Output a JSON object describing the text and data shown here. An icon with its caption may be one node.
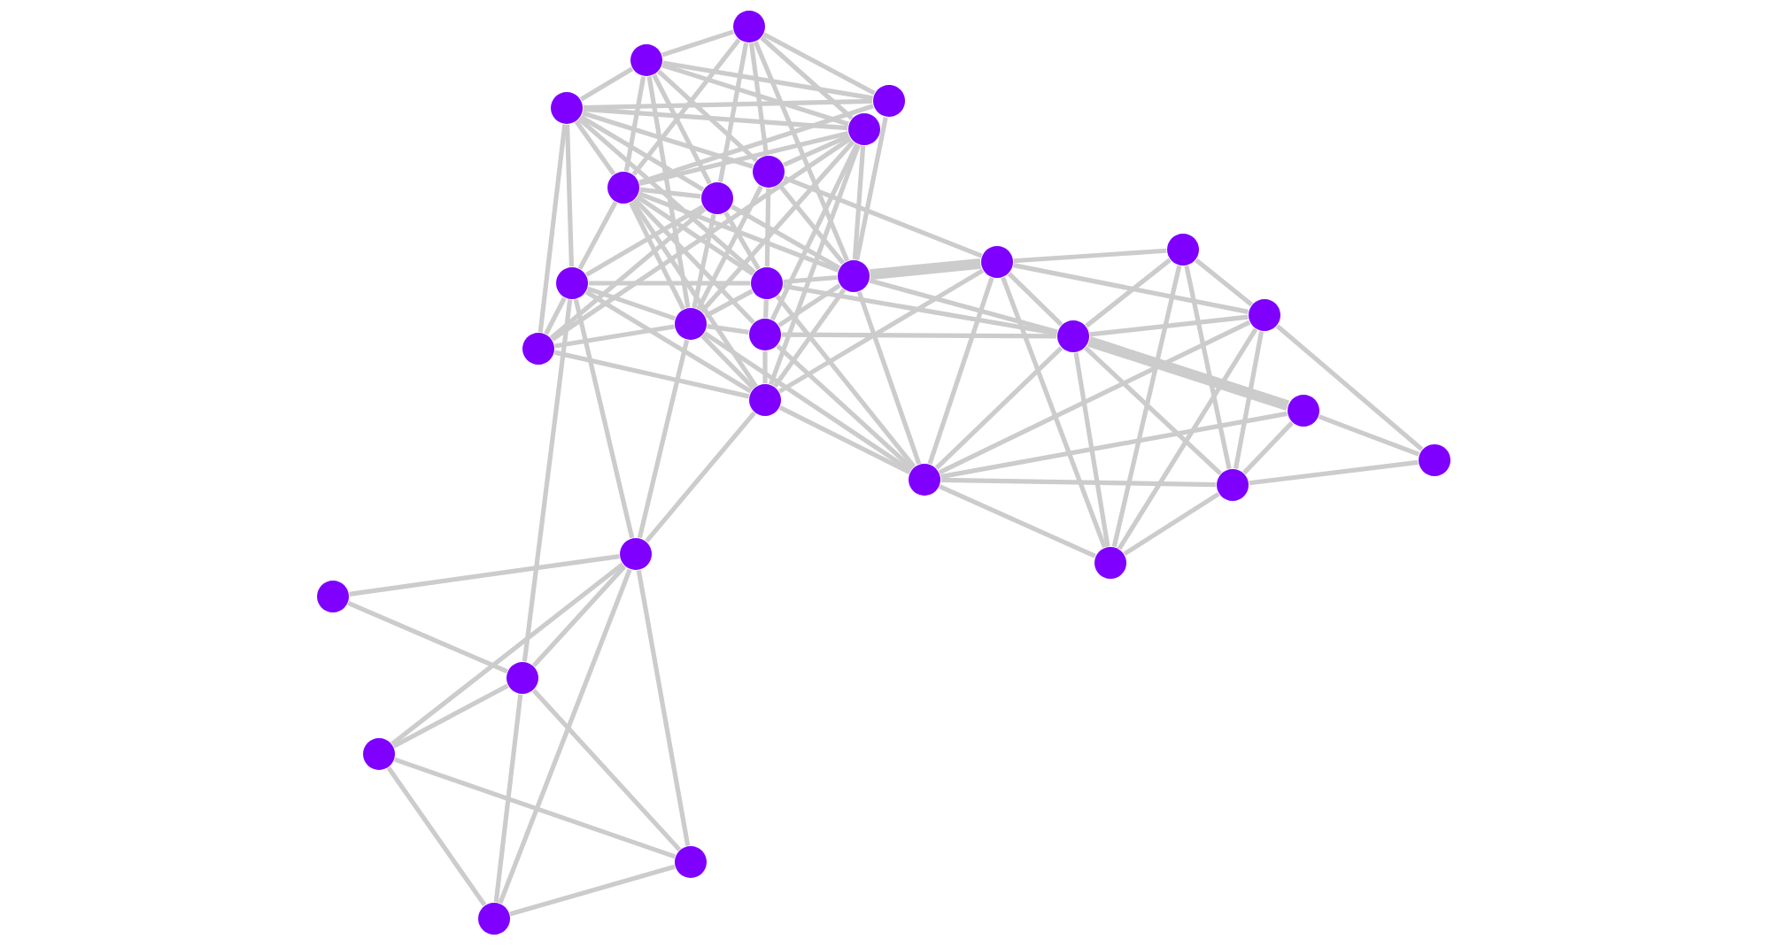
{
  "diagram": {
    "nodes": [
      {
        "text": [],
        "shape": "circle"
      },
      {
        "text": [],
        "shape": "circle"
      },
      {
        "text": [],
        "shape": "circle"
      },
      {
        "text": [],
        "shape": "circle"
      },
      {
        "text": [],
        "shape": "circle"
      },
      {
        "text": [],
        "shape": "circle"
      },
      {
        "text": [],
        "shape": "circle"
      },
      {
        "text": [],
        "shape": "circle"
      },
      {
        "text": [],
        "shape": "circle"
      },
      {
        "text": [],
        "shape": "circle"
      },
      {
        "text": [],
        "shape": "circle"
      },
      {
        "text": [],
        "shape": "circle"
      },
      {
        "text": [],
        "shape": "circle"
      },
      {
        "text": [],
        "shape": "circle"
      },
      {
        "text": [],
        "shape": "circle"
      },
      {
        "text": [],
        "shape": "circle"
      },
      {
        "text": [],
        "shape": "circle"
      },
      {
        "text": [],
        "shape": "circle"
      },
      {
        "text": [],
        "shape": "circle"
      },
      {
        "text": [],
        "shape": "circle"
      },
      {
        "text": [],
        "shape": "circle"
      },
      {
        "text": [],
        "shape": "circle"
      },
      {
        "text": [],
        "shape": "circle"
      },
      {
        "text": [],
        "shape": "circle"
      },
      {
        "text": [],
        "shape": "circle"
      },
      {
        "text": [],
        "shape": "circle"
      },
      {
        "text": [],
        "shape": "circle"
      },
      {
        "text": [],
        "shape": "circle"
      },
      {
        "text": [],
        "shape": "circle"
      },
      {
        "text": [],
        "shape": "circle"
      }
    ],
    "edges": [
      {
        "from": 24,
        "to": 25,
        "arrow": "none"
      },
      {
        "from": 25,
        "to": 26,
        "arrow": "none"
      },
      {
        "from": 24,
        "to": 26,
        "arrow": "none"
      },
      {
        "from": 24,
        "to": 27,
        "arrow": "none"
      },
      {
        "from": 26,
        "to": 27,
        "arrow": "none"
      },
      {
        "from": 27,
        "to": 28,
        "arrow": "none"
      },
      {
        "from": 27,
        "to": 29,
        "arrow": "none"
      },
      {
        "from": 26,
        "to": 29,
        "arrow": "none"
      },
      {
        "from": 26,
        "to": 28,
        "arrow": "none"
      },
      {
        "from": 24,
        "to": 29,
        "arrow": "none"
      },
      {
        "from": 24,
        "to": 28,
        "arrow": "none"
      },
      {
        "from": 28,
        "to": 29,
        "arrow": "none"
      },
      {
        "from": 10,
        "to": 26,
        "arrow": "none"
      },
      {
        "from": 10,
        "to": 24,
        "arrow": "none"
      },
      {
        "from": 14,
        "to": 24,
        "arrow": "none"
      },
      {
        "from": 18,
        "to": 24,
        "arrow": "none"
      },
      {
        "from": 17,
        "to": 18,
        "arrow": "none"
      },
      {
        "from": 8,
        "to": 9,
        "arrow": "none"
      },
      {
        "from": 16,
        "to": 9,
        "arrow": "none"
      },
      {
        "from": 8,
        "to": 13,
        "arrow": "none"
      },
      {
        "from": 16,
        "to": 13,
        "arrow": "none"
      },
      {
        "from": 9,
        "to": 13,
        "arrow": "none"
      },
      {
        "from": 9,
        "to": 22,
        "arrow": "none"
      },
      {
        "from": 9,
        "to": 23,
        "arrow": "none"
      },
      {
        "from": 16,
        "to": 23,
        "arrow": "none"
      },
      {
        "from": 16,
        "to": 22,
        "arrow": "none"
      },
      {
        "from": 16,
        "to": 19,
        "arrow": "none",
        "style": "thick"
      },
      {
        "from": 13,
        "to": 21,
        "arrow": "none"
      },
      {
        "from": 19,
        "to": 21,
        "arrow": "none"
      },
      {
        "from": 22,
        "to": 21,
        "arrow": "none"
      },
      {
        "from": 13,
        "to": 22,
        "arrow": "none"
      },
      {
        "from": 13,
        "to": 23,
        "arrow": "none"
      },
      {
        "from": 19,
        "to": 22,
        "arrow": "none"
      },
      {
        "from": 23,
        "to": 22,
        "arrow": "none"
      },
      {
        "from": 20,
        "to": 19,
        "arrow": "none"
      },
      {
        "from": 20,
        "to": 22,
        "arrow": "none"
      },
      {
        "from": 20,
        "to": 13,
        "arrow": "none"
      },
      {
        "from": 20,
        "to": 23,
        "arrow": "none"
      },
      {
        "from": 8,
        "to": 23,
        "arrow": "none"
      },
      {
        "from": 8,
        "to": 16,
        "arrow": "none"
      },
      {
        "from": 12,
        "to": 20,
        "arrow": "none"
      },
      {
        "from": 18,
        "to": 20,
        "arrow": "none"
      },
      {
        "from": 15,
        "to": 20,
        "arrow": "none"
      },
      {
        "from": 11,
        "to": 20,
        "arrow": "none"
      },
      {
        "from": 14,
        "to": 20,
        "arrow": "none"
      },
      {
        "from": 8,
        "to": 20,
        "arrow": "none"
      },
      {
        "from": 16,
        "to": 20,
        "arrow": "none"
      },
      {
        "from": 18,
        "to": 8,
        "arrow": "none"
      },
      {
        "from": 12,
        "to": 8,
        "arrow": "none",
        "style": "thick"
      },
      {
        "from": 6,
        "to": 8,
        "arrow": "none"
      },
      {
        "from": 4,
        "to": 12,
        "arrow": "none"
      },
      {
        "from": 15,
        "to": 16,
        "arrow": "none"
      },
      {
        "from": 11,
        "to": 16,
        "arrow": "none"
      },
      {
        "from": 12,
        "to": 16,
        "arrow": "none"
      },
      {
        "from": 0,
        "to": 1,
        "arrow": "none"
      },
      {
        "from": 0,
        "to": 2,
        "arrow": "none"
      },
      {
        "from": 0,
        "to": 4,
        "arrow": "none"
      },
      {
        "from": 0,
        "to": 5,
        "arrow": "none"
      },
      {
        "from": 0,
        "to": 6,
        "arrow": "none"
      },
      {
        "from": 0,
        "to": 7,
        "arrow": "none"
      },
      {
        "from": 0,
        "to": 12,
        "arrow": "none"
      },
      {
        "from": 1,
        "to": 2,
        "arrow": "none"
      },
      {
        "from": 1,
        "to": 3,
        "arrow": "none"
      },
      {
        "from": 1,
        "to": 4,
        "arrow": "none"
      },
      {
        "from": 1,
        "to": 5,
        "arrow": "none"
      },
      {
        "from": 1,
        "to": 7,
        "arrow": "none"
      },
      {
        "from": 1,
        "to": 14,
        "arrow": "none"
      },
      {
        "from": 1,
        "to": 6,
        "arrow": "none"
      },
      {
        "from": 2,
        "to": 3,
        "arrow": "none"
      },
      {
        "from": 2,
        "to": 5,
        "arrow": "none"
      },
      {
        "from": 2,
        "to": 12,
        "arrow": "none"
      },
      {
        "from": 3,
        "to": 4,
        "arrow": "none"
      },
      {
        "from": 3,
        "to": 5,
        "arrow": "none"
      },
      {
        "from": 3,
        "to": 6,
        "arrow": "none"
      },
      {
        "from": 3,
        "to": 7,
        "arrow": "none"
      },
      {
        "from": 3,
        "to": 10,
        "arrow": "none"
      },
      {
        "from": 3,
        "to": 17,
        "arrow": "none"
      },
      {
        "from": 3,
        "to": 11,
        "arrow": "none"
      },
      {
        "from": 4,
        "to": 5,
        "arrow": "none"
      },
      {
        "from": 4,
        "to": 14,
        "arrow": "none"
      },
      {
        "from": 4,
        "to": 15,
        "arrow": "none"
      },
      {
        "from": 4,
        "to": 17,
        "arrow": "none"
      },
      {
        "from": 4,
        "to": 18,
        "arrow": "none"
      },
      {
        "from": 4,
        "to": 6,
        "arrow": "none"
      },
      {
        "from": 5,
        "to": 7,
        "arrow": "none"
      },
      {
        "from": 5,
        "to": 10,
        "arrow": "none"
      },
      {
        "from": 5,
        "to": 11,
        "arrow": "none"
      },
      {
        "from": 5,
        "to": 14,
        "arrow": "none"
      },
      {
        "from": 5,
        "to": 15,
        "arrow": "none"
      },
      {
        "from": 5,
        "to": 18,
        "arrow": "none"
      },
      {
        "from": 5,
        "to": 12,
        "arrow": "none"
      },
      {
        "from": 6,
        "to": 11,
        "arrow": "none"
      },
      {
        "from": 6,
        "to": 12,
        "arrow": "none"
      },
      {
        "from": 6,
        "to": 14,
        "arrow": "none"
      },
      {
        "from": 7,
        "to": 10,
        "arrow": "none"
      },
      {
        "from": 7,
        "to": 11,
        "arrow": "none"
      },
      {
        "from": 7,
        "to": 12,
        "arrow": "none"
      },
      {
        "from": 7,
        "to": 14,
        "arrow": "none"
      },
      {
        "from": 7,
        "to": 17,
        "arrow": "none"
      },
      {
        "from": 10,
        "to": 11,
        "arrow": "none"
      },
      {
        "from": 10,
        "to": 14,
        "arrow": "none"
      },
      {
        "from": 10,
        "to": 17,
        "arrow": "none"
      },
      {
        "from": 10,
        "to": 18,
        "arrow": "none"
      },
      {
        "from": 11,
        "to": 12,
        "arrow": "none"
      },
      {
        "from": 11,
        "to": 14,
        "arrow": "none"
      },
      {
        "from": 11,
        "to": 15,
        "arrow": "none"
      },
      {
        "from": 12,
        "to": 15,
        "arrow": "none"
      },
      {
        "from": 12,
        "to": 18,
        "arrow": "none"
      },
      {
        "from": 14,
        "to": 15,
        "arrow": "none"
      },
      {
        "from": 14,
        "to": 17,
        "arrow": "none"
      },
      {
        "from": 14,
        "to": 18,
        "arrow": "none"
      },
      {
        "from": 15,
        "to": 18,
        "arrow": "none"
      }
    ]
  }
}
